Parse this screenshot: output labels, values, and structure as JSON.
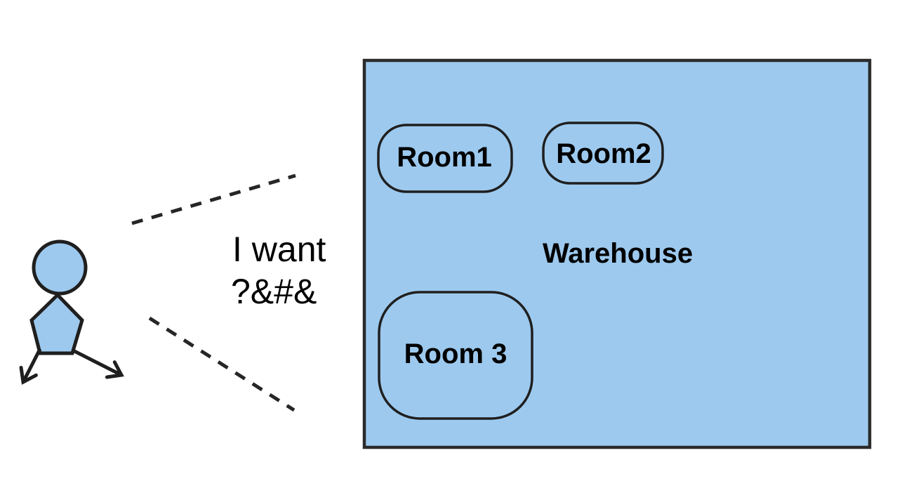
{
  "colors": {
    "shape_fill": "#9dc9ee",
    "stroke": "#1f1f1f",
    "warehouse_border": "#2b2b2b",
    "background": "#ffffff",
    "text": "#000000"
  },
  "speech": {
    "line1": "I want",
    "line2": "?&#&"
  },
  "warehouse": {
    "label": "Warehouse",
    "rooms": [
      {
        "label": "Room1"
      },
      {
        "label": "Room2"
      },
      {
        "label": "Room 3"
      }
    ]
  }
}
